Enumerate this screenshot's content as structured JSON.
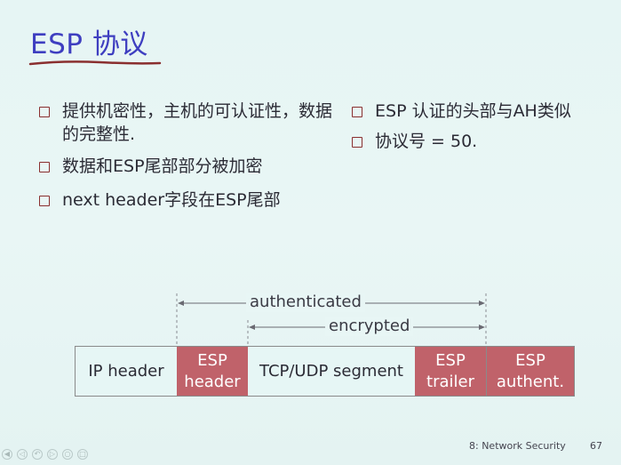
{
  "slide": {
    "title": "ESP 协议",
    "left_bullets": [
      "提供机密性，主机的可认证性，数据的完整性.",
      "数据和ESP尾部部分被加密",
      "next header字段在ESP尾部"
    ],
    "right_bullets": [
      "ESP 认证的头部与AH类似",
      "协议号 = 50."
    ]
  },
  "diagram": {
    "authenticated_label": "authenticated",
    "encrypted_label": "encrypted",
    "segments": [
      {
        "label": "IP header",
        "color": "#e6f6f5"
      },
      {
        "label": "ESP\nheader",
        "color": "#c0626a"
      },
      {
        "label": "TCP/UDP segment",
        "color": "#e6f6f5"
      },
      {
        "label": "ESP\ntrailer",
        "color": "#c0626a"
      },
      {
        "label": "ESP\nauthent.",
        "color": "#c0626a"
      }
    ]
  },
  "footer": {
    "section": "8: Network Security",
    "page": "67"
  },
  "colors": {
    "title": "#3e3ec0",
    "underline": "#8a2f2f",
    "bullet_box": "#8a2f2f",
    "esp_fill": "#c0626a",
    "background": "#e6f5f4"
  }
}
